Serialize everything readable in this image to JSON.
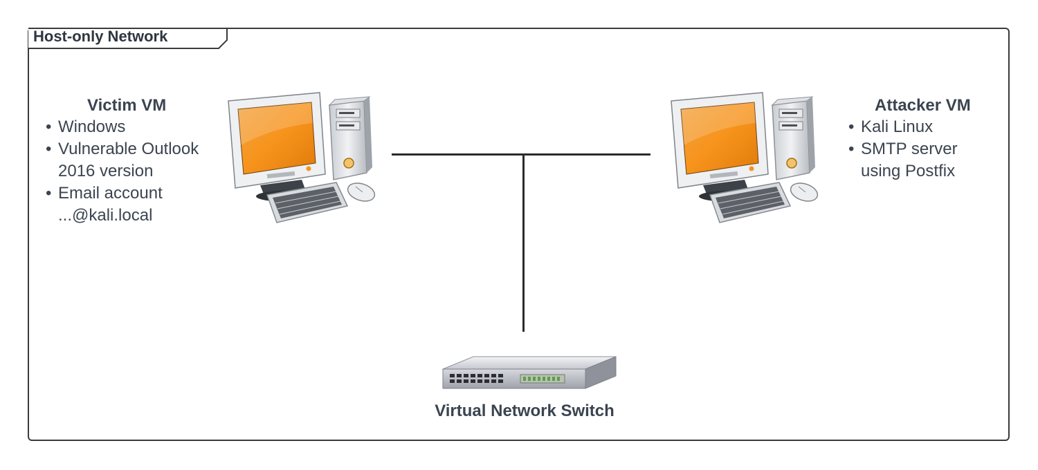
{
  "group": {
    "label": "Host-only Network"
  },
  "victim": {
    "title": "Victim VM",
    "bullets": [
      "Windows",
      "Vulnerable Outlook 2016 version",
      "Email account ...@kali.local"
    ],
    "icon": "desktop-computer-icon"
  },
  "attacker": {
    "title": "Attacker VM",
    "bullets": [
      "Kali Linux",
      "SMTP server using Postfix"
    ],
    "icon": "desktop-computer-icon"
  },
  "switch": {
    "label": "Virtual Network Switch",
    "icon": "network-switch-icon"
  },
  "colors": {
    "screen": "#f7941d",
    "text": "#3b4450",
    "line": "#2a2a2a"
  }
}
